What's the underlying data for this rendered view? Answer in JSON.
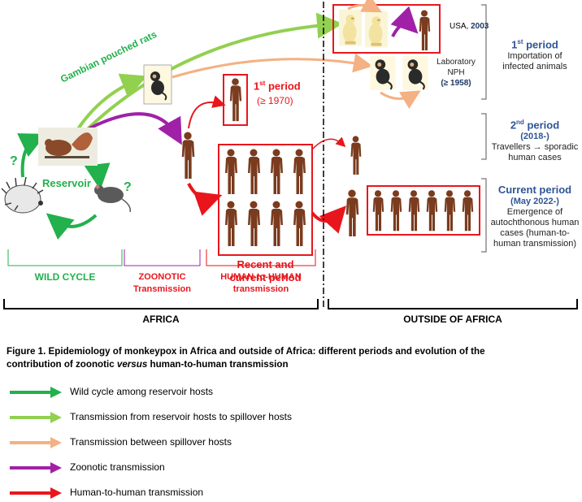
{
  "left": {
    "gambian_label": "Gambian pouched rats",
    "reservoir": "Reservoir",
    "question": "?",
    "first_period_title": "1",
    "first_period_sup": "st",
    "first_period_suffix": " period",
    "first_period_sub": "(≥ 1970)",
    "recent_period": [
      "Recent and",
      "current period"
    ],
    "wild_cycle": "WILD CYCLE",
    "zoonotic": [
      "ZOONOTIC",
      "Transmission"
    ],
    "h2h": [
      "HUMAN-to-HUMAN",
      "transmission"
    ],
    "africa": "AFRICA"
  },
  "right": {
    "usa_prefix": "USA, ",
    "usa_year": "2003",
    "laboratory": "Laboratory",
    "nph": "NPH",
    "nph_year": "(≥ 1958)",
    "outside": "OUTSIDE OF AFRICA",
    "periods": [
      {
        "num": "1",
        "sup": "st",
        "rest": " period",
        "sub": "",
        "desc": [
          "Importation of",
          "infected animals"
        ]
      },
      {
        "num": "2",
        "sup": "nd",
        "rest": " period",
        "sub": "(2018-)",
        "desc": [
          "Travellers → sporadic",
          "human cases"
        ]
      },
      {
        "num": "Current period",
        "sup": "",
        "rest": "",
        "sub": "(May 2022-)",
        "desc": [
          "Emergence of",
          "autochthonous human",
          "cases (human-to-",
          "human transmission)"
        ]
      }
    ]
  },
  "caption": {
    "line1": "Figure 1. Epidemiology of monkeypox in Africa and outside of Africa: different periods and evolution of the",
    "line2a": "contribution of zoonotic ",
    "line2b": "versus",
    "line2c": " human-to-human transmission"
  },
  "legend": [
    {
      "label": "Wild cycle among reservoir hosts",
      "color": "#22b14c"
    },
    {
      "label": "Transmission from reservoir hosts to spillover hosts",
      "color": "#92d050"
    },
    {
      "label": "Transmission between spillover hosts",
      "color": "#f4b183"
    },
    {
      "label": "Zoonotic transmission",
      "color": "#a020a8"
    },
    {
      "label": "Human-to-human transmission",
      "color": "#e8161c"
    }
  ]
}
